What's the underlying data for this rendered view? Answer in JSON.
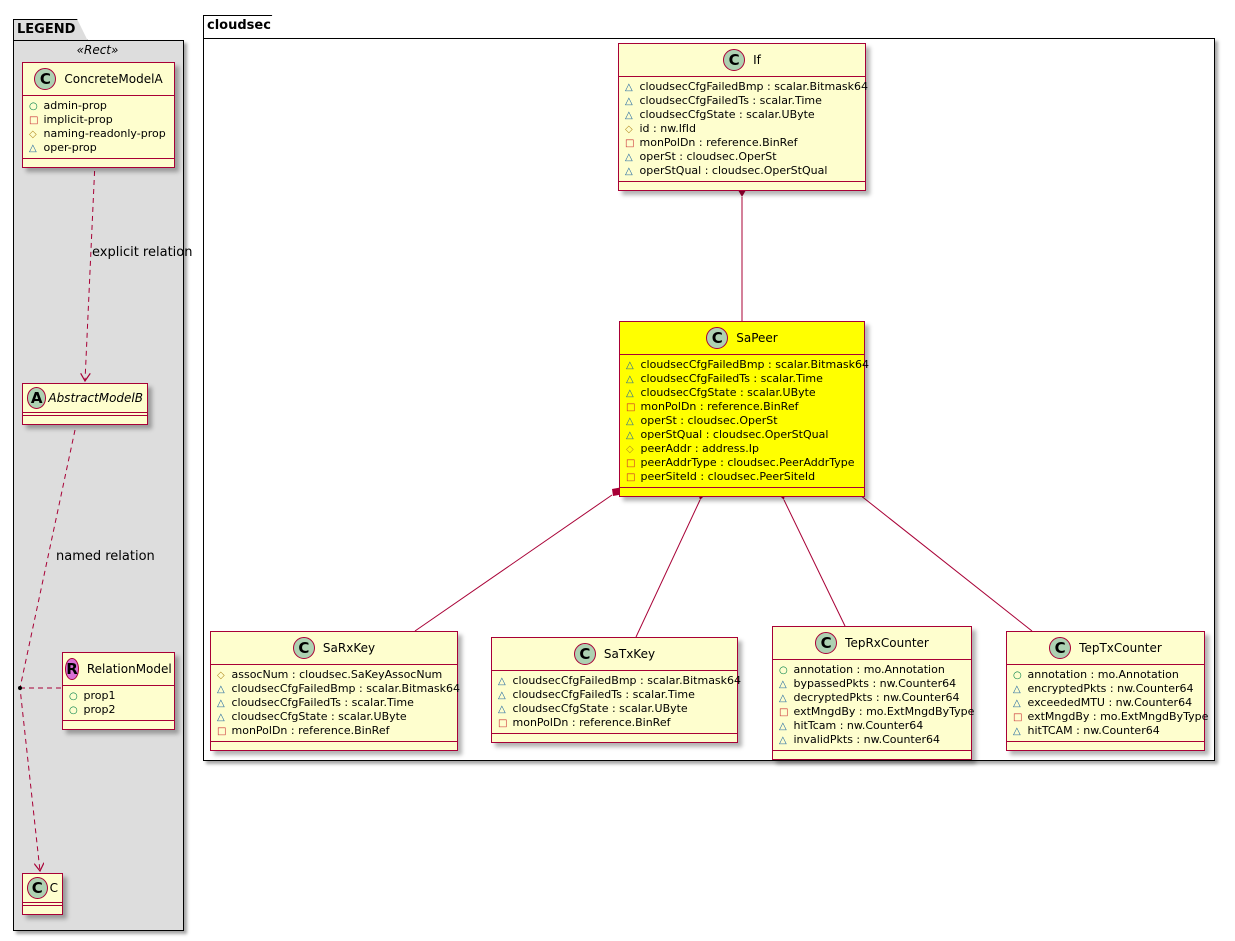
{
  "packages": {
    "legend": "LEGEND",
    "cloudsec": "cloudsec"
  },
  "legend": {
    "stereotype": "«Rect»",
    "explicit_label": "explicit relation",
    "named_label": "named relation"
  },
  "colors": {
    "class_bg": "#fefece",
    "highlight_bg": "#ffff00",
    "border": "#a80036",
    "legend_bg": "#dddddd"
  },
  "classes": [
    {
      "id": "ConcreteModelA",
      "kind": "C",
      "name": "ConcreteModelA",
      "attrs": [
        {
          "vis": "public",
          "text": "admin-prop"
        },
        {
          "vis": "private",
          "text": "implicit-prop"
        },
        {
          "vis": "protected",
          "text": "naming-readonly-prop"
        },
        {
          "vis": "package",
          "text": "oper-prop"
        }
      ]
    },
    {
      "id": "AbstractModelB",
      "kind": "A",
      "name": "AbstractModelB",
      "attrs": []
    },
    {
      "id": "RelationModel",
      "kind": "R",
      "name": "RelationModel",
      "attrs": [
        {
          "vis": "public",
          "text": "prop1"
        },
        {
          "vis": "public",
          "text": "prop2"
        }
      ]
    },
    {
      "id": "C",
      "kind": "C",
      "name": "C",
      "attrs": []
    },
    {
      "id": "If",
      "kind": "C",
      "name": "If",
      "attrs": [
        {
          "vis": "package",
          "text": "cloudsecCfgFailedBmp : scalar.Bitmask64"
        },
        {
          "vis": "package",
          "text": "cloudsecCfgFailedTs : scalar.Time"
        },
        {
          "vis": "package",
          "text": "cloudsecCfgState : scalar.UByte"
        },
        {
          "vis": "protected",
          "text": "id : nw.IfId"
        },
        {
          "vis": "private",
          "text": "monPolDn : reference.BinRef"
        },
        {
          "vis": "package",
          "text": "operSt : cloudsec.OperSt"
        },
        {
          "vis": "package",
          "text": "operStQual : cloudsec.OperStQual"
        }
      ]
    },
    {
      "id": "SaPeer",
      "kind": "C",
      "name": "SaPeer",
      "highlight": true,
      "attrs": [
        {
          "vis": "package",
          "text": "cloudsecCfgFailedBmp : scalar.Bitmask64"
        },
        {
          "vis": "package",
          "text": "cloudsecCfgFailedTs : scalar.Time"
        },
        {
          "vis": "package",
          "text": "cloudsecCfgState : scalar.UByte"
        },
        {
          "vis": "private",
          "text": "monPolDn : reference.BinRef"
        },
        {
          "vis": "package",
          "text": "operSt : cloudsec.OperSt"
        },
        {
          "vis": "package",
          "text": "operStQual : cloudsec.OperStQual"
        },
        {
          "vis": "protected",
          "text": "peerAddr : address.Ip"
        },
        {
          "vis": "private",
          "text": "peerAddrType : cloudsec.PeerAddrType"
        },
        {
          "vis": "private",
          "text": "peerSiteId : cloudsec.PeerSiteId"
        }
      ]
    },
    {
      "id": "SaRxKey",
      "kind": "C",
      "name": "SaRxKey",
      "attrs": [
        {
          "vis": "protected",
          "text": "assocNum : cloudsec.SaKeyAssocNum"
        },
        {
          "vis": "package",
          "text": "cloudsecCfgFailedBmp : scalar.Bitmask64"
        },
        {
          "vis": "package",
          "text": "cloudsecCfgFailedTs : scalar.Time"
        },
        {
          "vis": "package",
          "text": "cloudsecCfgState : scalar.UByte"
        },
        {
          "vis": "private",
          "text": "monPolDn : reference.BinRef"
        }
      ]
    },
    {
      "id": "SaTxKey",
      "kind": "C",
      "name": "SaTxKey",
      "attrs": [
        {
          "vis": "package",
          "text": "cloudsecCfgFailedBmp : scalar.Bitmask64"
        },
        {
          "vis": "package",
          "text": "cloudsecCfgFailedTs : scalar.Time"
        },
        {
          "vis": "package",
          "text": "cloudsecCfgState : scalar.UByte"
        },
        {
          "vis": "private",
          "text": "monPolDn : reference.BinRef"
        }
      ]
    },
    {
      "id": "TepRxCounter",
      "kind": "C",
      "name": "TepRxCounter",
      "attrs": [
        {
          "vis": "public",
          "text": "annotation : mo.Annotation"
        },
        {
          "vis": "package",
          "text": "bypassedPkts : nw.Counter64"
        },
        {
          "vis": "package",
          "text": "decryptedPkts : nw.Counter64"
        },
        {
          "vis": "private",
          "text": "extMngdBy : mo.ExtMngdByType"
        },
        {
          "vis": "package",
          "text": "hitTcam : nw.Counter64"
        },
        {
          "vis": "package",
          "text": "invalidPkts : nw.Counter64"
        }
      ]
    },
    {
      "id": "TepTxCounter",
      "kind": "C",
      "name": "TepTxCounter",
      "attrs": [
        {
          "vis": "public",
          "text": "annotation : mo.Annotation"
        },
        {
          "vis": "package",
          "text": "encryptedPkts : nw.Counter64"
        },
        {
          "vis": "package",
          "text": "exceededMTU : nw.Counter64"
        },
        {
          "vis": "private",
          "text": "extMngdBy : mo.ExtMngdByType"
        },
        {
          "vis": "package",
          "text": "hitTCAM : nw.Counter64"
        }
      ]
    }
  ]
}
